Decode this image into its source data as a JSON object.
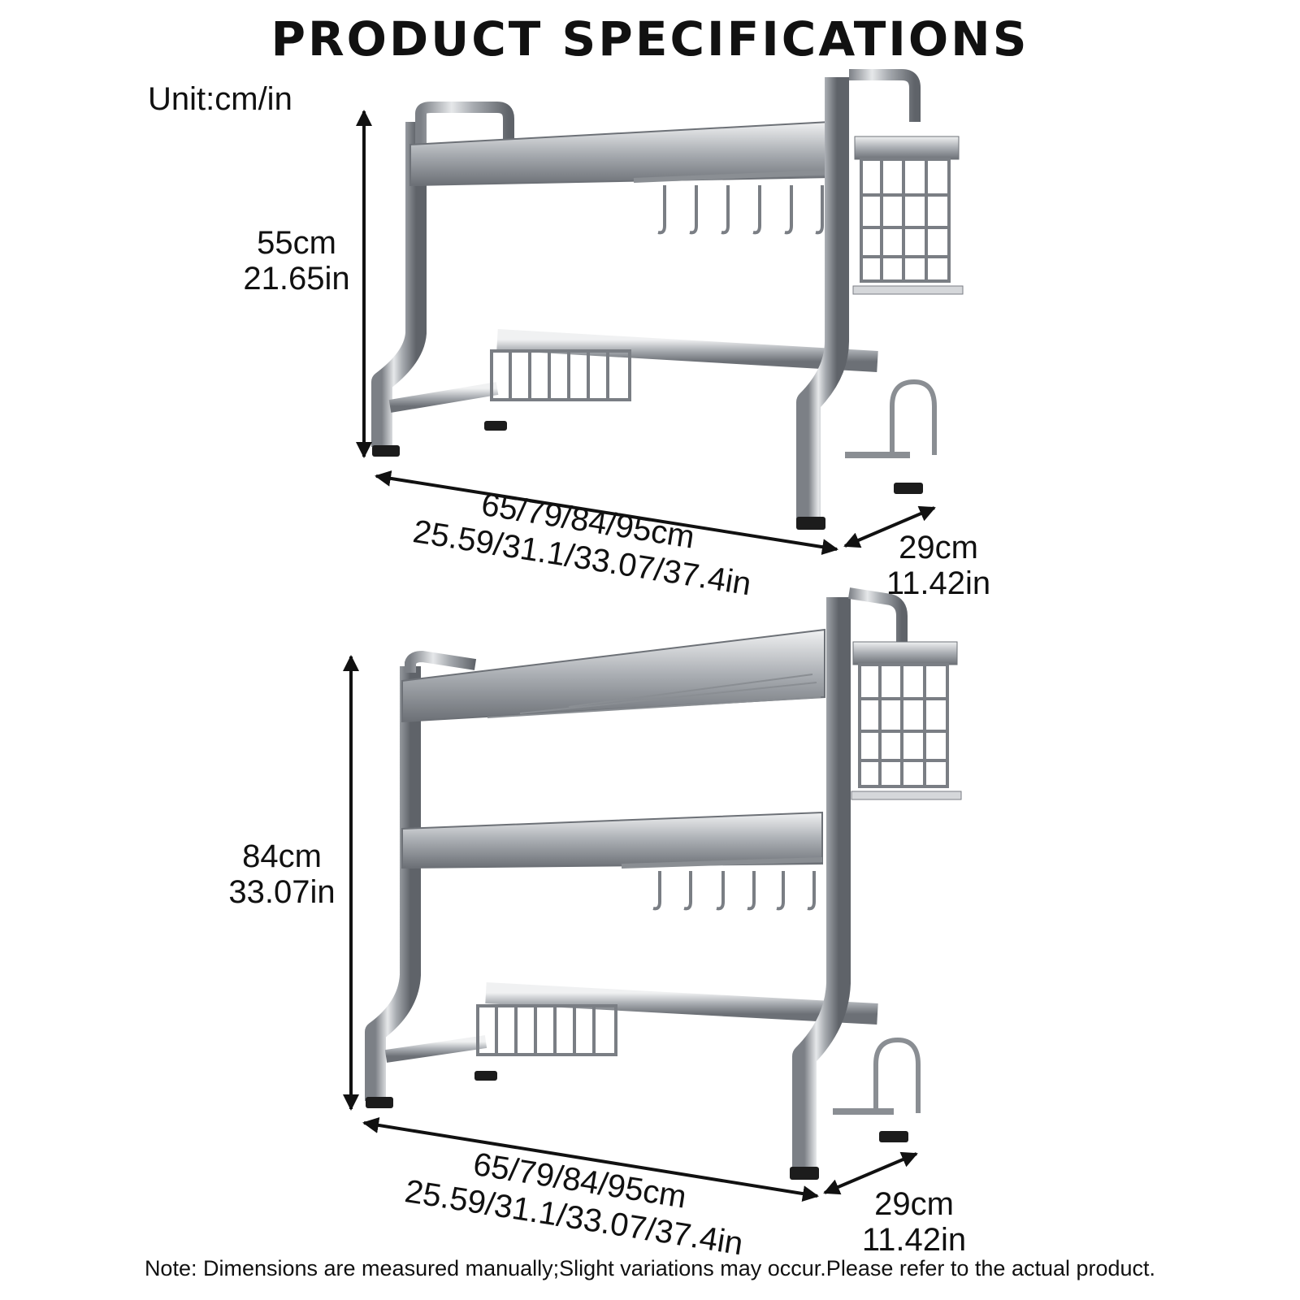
{
  "page": {
    "title": "PRODUCT SPECIFICATIONS",
    "unit_label": "Unit:cm/in",
    "note": "Note: Dimensions are measured manually;Slight variations may occur.Please refer to the actual product."
  },
  "rack_top": {
    "height_cm": "55cm",
    "height_in": "21.65in",
    "width_cm": "65/79/84/95cm",
    "width_in": "25.59/31.1/33.07/37.4in",
    "depth_cm": "29cm",
    "depth_in": "11.42in"
  },
  "rack_bottom": {
    "height_cm": "84cm",
    "height_in": "33.07in",
    "width_cm": "65/79/84/95cm",
    "width_in": "25.59/31.1/33.07/37.4in",
    "depth_cm": "29cm",
    "depth_in": "11.42in"
  },
  "colors": {
    "metal": "#b9bcc0",
    "metal_dark": "#6d7177",
    "foot": "#1c1c1c",
    "text": "#111111"
  }
}
